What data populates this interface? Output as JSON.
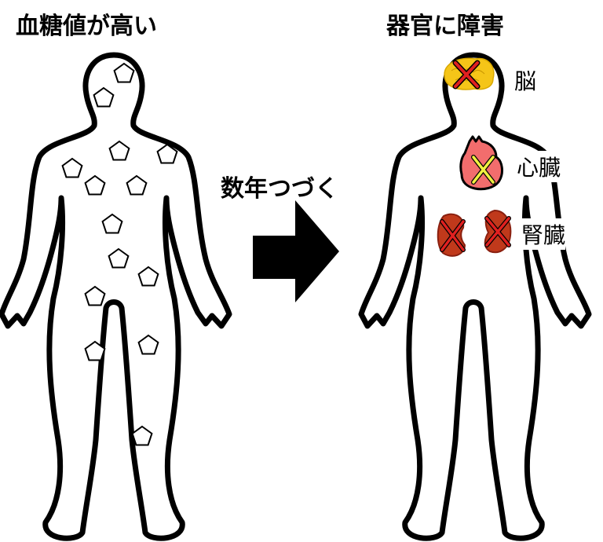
{
  "left": {
    "title": "血糖値が高い"
  },
  "middle": {
    "caption": "数年つづく"
  },
  "right": {
    "title": "器官に障害",
    "organs": [
      {
        "label": "脳",
        "color": "#f5c518"
      },
      {
        "label": "心臓",
        "color": "#f26d6d"
      },
      {
        "label": "腎臓",
        "color": "#c0391b"
      }
    ]
  },
  "colors": {
    "outline": "#000000",
    "cross_red": "#e02020",
    "cross_yellow": "#f0f040"
  }
}
